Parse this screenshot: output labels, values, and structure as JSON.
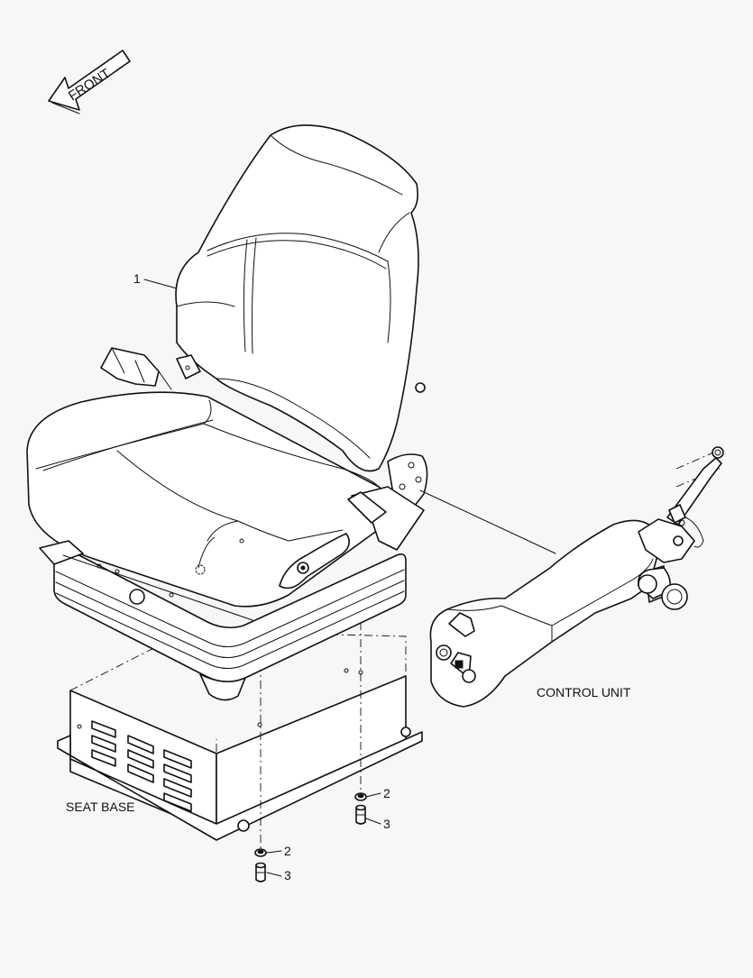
{
  "diagram": {
    "orientation_label": "FRONT",
    "labels": {
      "control_unit": "CONTROL UNIT",
      "seat_base": "SEAT BASE"
    },
    "callouts": {
      "seat": "1",
      "washer_right": "2",
      "bolt_right": "3",
      "washer_left": "2",
      "bolt_left": "3"
    }
  },
  "colors": {
    "background": "#f7f7f7",
    "line": "#111111"
  }
}
